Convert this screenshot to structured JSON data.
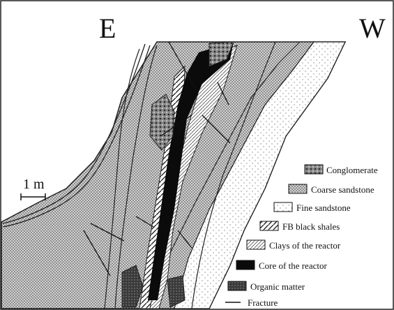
{
  "orientation": {
    "east": "E",
    "west": "W"
  },
  "scale": {
    "label": "1 m"
  },
  "legend": [
    {
      "name": "conglomerate",
      "label": "Conglomerate"
    },
    {
      "name": "coarse-sandstone",
      "label": "Coarse sandstone"
    },
    {
      "name": "fine-sandstone",
      "label": "Fine sandstone"
    },
    {
      "name": "fb-black-shales",
      "label": "FB black shales"
    },
    {
      "name": "clays-of-reactor",
      "label": "Clays of the reactor"
    },
    {
      "name": "core-of-reactor",
      "label": "Core of the reactor"
    },
    {
      "name": "organic-matter",
      "label": "Organic matter"
    },
    {
      "name": "fracture",
      "label": "Fracture"
    }
  ]
}
